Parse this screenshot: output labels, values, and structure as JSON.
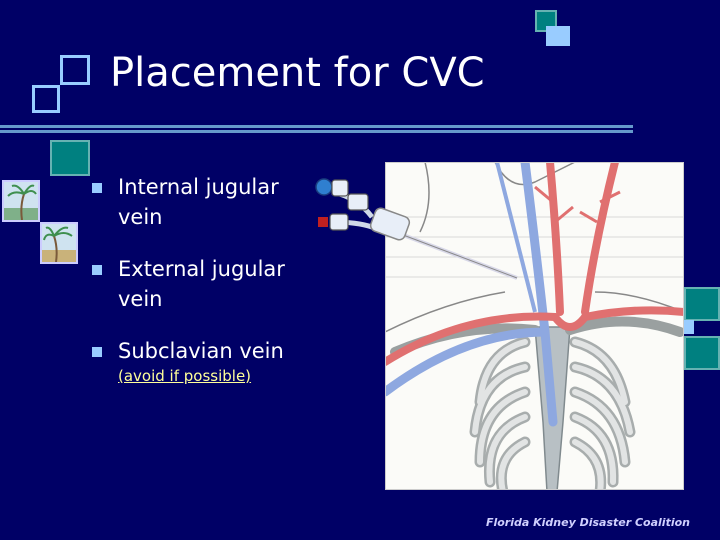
{
  "slide": {
    "title": "Placement for CVC",
    "bullets": [
      {
        "text": "Internal jugular vein",
        "note": ""
      },
      {
        "text": "External jugular vein",
        "note": ""
      },
      {
        "text": "Subclavian vein",
        "note": "(avoid  if possible)"
      }
    ],
    "footer": "Florida Kidney Disaster Coalition"
  },
  "colors": {
    "background": "#000066",
    "accent_light": "#99ccff",
    "accent_teal": "#008080",
    "note_yellow": "#ffff99",
    "artery_red": "#e07070",
    "vein_blue": "#8ea8e0"
  },
  "icons": [
    "catheter-illustration",
    "chest-anatomy-illustration",
    "palm-tree-thumbnail"
  ]
}
